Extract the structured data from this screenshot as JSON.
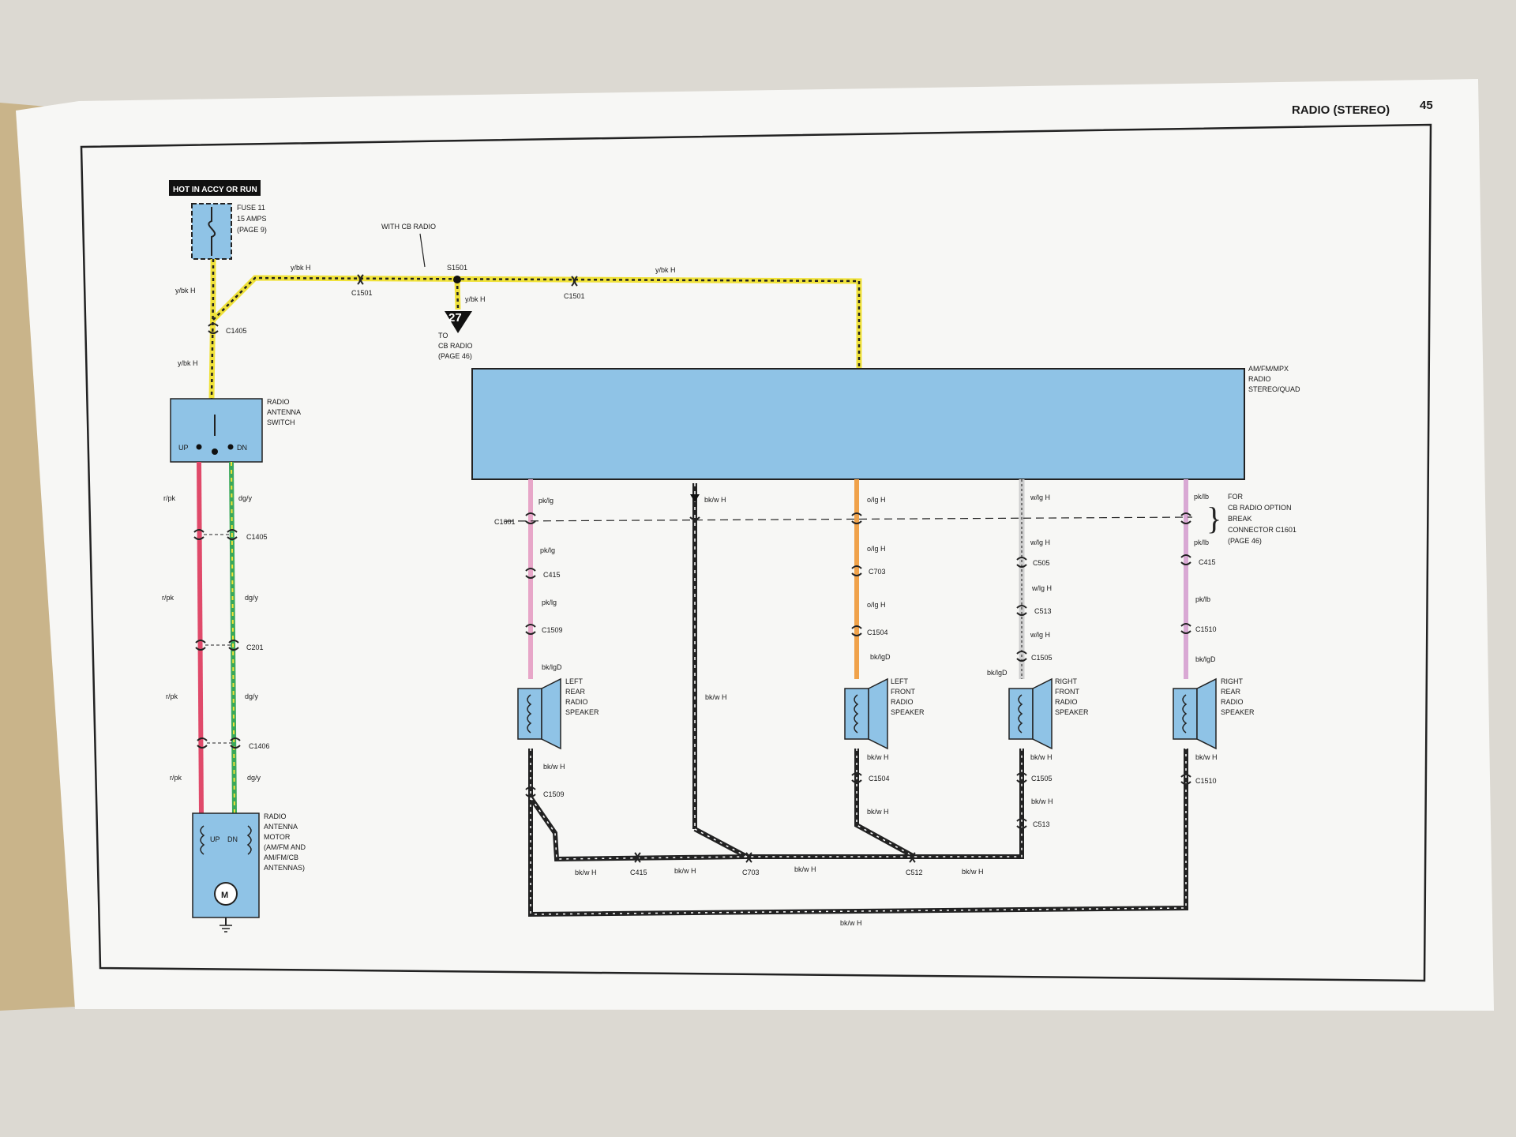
{
  "header": {
    "title": "RADIO (STEREO)",
    "page_number": "45"
  },
  "power": {
    "badge": "HOT IN ACCY OR RUN",
    "fuse": [
      "FUSE 11",
      "15 AMPS",
      "(PAGE 9)"
    ]
  },
  "top_wiring": {
    "wire_left": "y/bk H",
    "wire_vertical_1": "y/bk H",
    "wire_vertical_2": "y/bk H",
    "wire_right": "y/bk H",
    "cb_note": "WITH CB RADIO",
    "splice": "S1501",
    "branch_wire": "y/bk H",
    "connector_c1501_a": "C1501",
    "connector_c1501_b": "C1501",
    "connector_c1405_top": "C1405",
    "circuit_number": "27",
    "cb_radio_ref": [
      "TO",
      "CB RADIO",
      "(PAGE 46)"
    ]
  },
  "radio_unit": {
    "label": [
      "AM/FM/MPX",
      "RADIO",
      "STEREO/QUAD"
    ]
  },
  "antenna_switch": {
    "label": [
      "RADIO",
      "ANTENNA",
      "SWITCH"
    ],
    "up": "UP",
    "dn": "DN"
  },
  "antenna_wires": {
    "left": [
      "r/pk",
      "r/pk",
      "r/pk",
      "r/pk"
    ],
    "right": [
      "dg/y",
      "dg/y",
      "dg/y",
      "dg/y"
    ],
    "connectors": [
      "C1405",
      "C201",
      "C1406"
    ]
  },
  "antenna_motor": {
    "label": [
      "RADIO",
      "ANTENNA",
      "MOTOR",
      "(AM/FM AND",
      "AM/FM/CB",
      "ANTENNAS)"
    ],
    "up": "UP",
    "dn": "DN",
    "motor": "M"
  },
  "speaker_wires": {
    "c1601": "C1601",
    "col1": [
      "pk/lg",
      "pk/lg",
      "C415",
      "pk/lg",
      "C1509",
      "bk/lgD"
    ],
    "col2": [
      "bk/w H",
      "bk/w H"
    ],
    "col3": [
      "o/lg H",
      "o/lg H",
      "C703",
      "o/lg H",
      "C1504",
      "bk/lgD"
    ],
    "col4": [
      "w/lg H",
      "w/lg H",
      "C505",
      "w/lg H",
      "C513",
      "w/lg H",
      "C1505",
      "bk/lgD"
    ],
    "col5": [
      "pk/lb",
      "pk/lb",
      "C415",
      "pk/lb",
      "C1510",
      "bk/lgD"
    ],
    "cb_option_note": [
      "FOR",
      "CB RADIO OPTION",
      "BREAK",
      "CONNECTOR C1601",
      "(PAGE 46)"
    ]
  },
  "speakers": {
    "left_rear": [
      "LEFT",
      "REAR",
      "RADIO",
      "SPEAKER"
    ],
    "left_front": [
      "LEFT",
      "FRONT",
      "RADIO",
      "SPEAKER"
    ],
    "right_front": [
      "RIGHT",
      "FRONT",
      "RADIO",
      "SPEAKER"
    ],
    "right_rear": [
      "RIGHT",
      "REAR",
      "RADIO",
      "SPEAKER"
    ]
  },
  "ground_wires": {
    "below_lr": [
      "bk/w H",
      "C1509"
    ],
    "below_lf": [
      "bk/w H",
      "C1504",
      "bk/w H"
    ],
    "below_rf": [
      "bk/w H",
      "C1505",
      "bk/w H",
      "C513"
    ],
    "below_rr": [
      "bk/w H",
      "C1510"
    ],
    "bus_labels": [
      "bk/w H",
      "C415",
      "bk/w H",
      "C703",
      "bk/w H",
      "C512",
      "bk/w H"
    ],
    "bottom_return": "bk/w H"
  },
  "colors": {
    "yellow_wire": "#f0e23a",
    "red_pink_wire": "#e04a6a",
    "dark_green_wire": "#3aa85a",
    "pink_light_green": "#e7a6c8",
    "orange_wire": "#f0a24a",
    "white_wire": "#cfcfcf",
    "pink_light_blue": "#d9a8d4",
    "component_blue": "#8fc3e6"
  }
}
